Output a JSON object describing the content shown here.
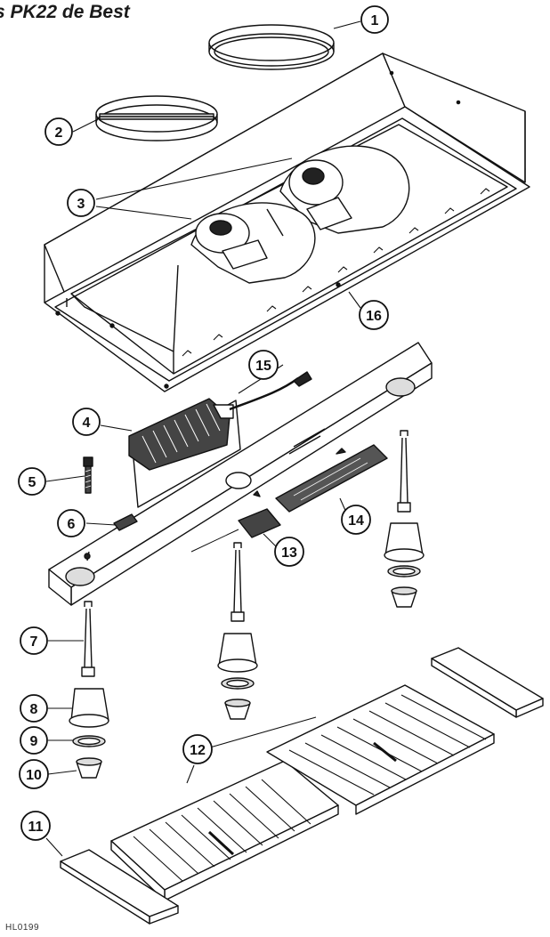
{
  "title": "s PK22 de Best",
  "drawing_code": "HL0199",
  "colors": {
    "line": "#111111",
    "fill": "#ffffff",
    "shade": "#cfcfcf",
    "dark": "#555555"
  },
  "callouts": [
    "1",
    "2",
    "3",
    "16",
    "15",
    "4",
    "5",
    "6",
    "13",
    "14",
    "7",
    "8",
    "9",
    "10",
    "12",
    "11"
  ],
  "parts": [
    "duct-collar-1",
    "duct-collar-damper-2",
    "blower-motor-3",
    "housing-16",
    "power-cord-15",
    "transformer-4",
    "screw-5",
    "switch-6",
    "control-board-13",
    "circuit-board-14",
    "lamp-socket-7",
    "lamp-reflector-8",
    "lamp-ring-9",
    "halogen-bulb-10",
    "grease-filter-12",
    "filter-end-cap-11"
  ]
}
